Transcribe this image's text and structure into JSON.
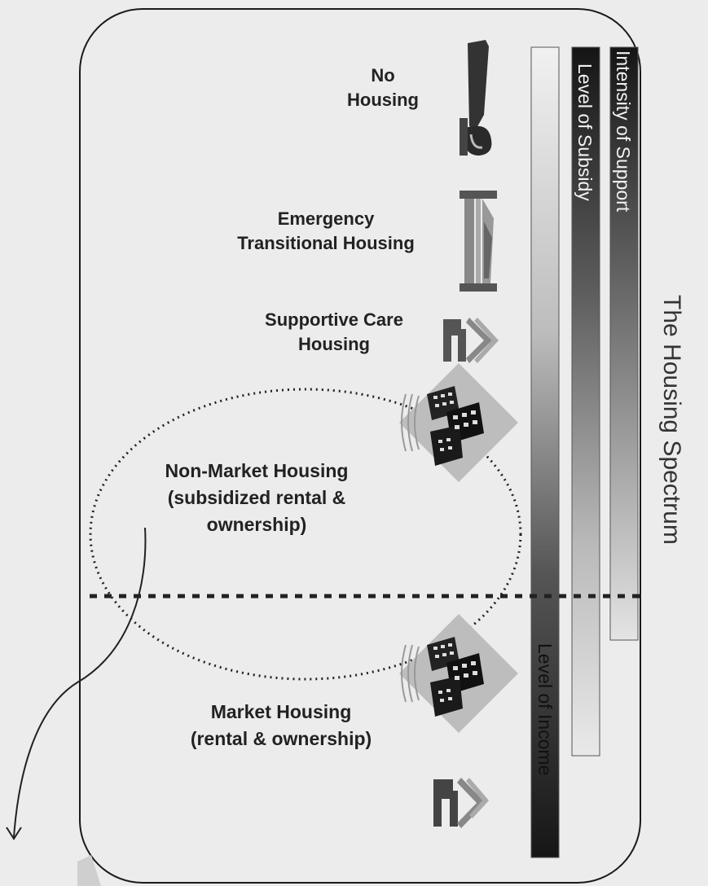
{
  "diagram": {
    "title": "The Housing Spectrum",
    "categories": [
      {
        "id": "no-housing",
        "lines": [
          "No",
          "Housing"
        ]
      },
      {
        "id": "emergency-transitional",
        "lines": [
          "Emergency",
          "Transitional Housing"
        ]
      },
      {
        "id": "supportive-care",
        "lines": [
          "Supportive Care",
          "Housing"
        ]
      },
      {
        "id": "non-market",
        "lines": [
          "Non-Market Housing",
          "(subsidized rental &",
          "ownership)"
        ]
      },
      {
        "id": "market",
        "lines": [
          "Market Housing",
          "(rental & ownership)"
        ]
      }
    ],
    "gradient_bars": [
      {
        "id": "level-of-income",
        "label": "Level of Income"
      },
      {
        "id": "level-of-subsidy",
        "label": "Level of Subsidy"
      },
      {
        "id": "intensity-of-support",
        "label": "Intensity of Support"
      }
    ],
    "icons": [
      "sleeping-figure-icon",
      "shelter-icon",
      "supportive-care-icon",
      "apartment-building-icon",
      "apartment-building-icon",
      "house-icon"
    ]
  }
}
